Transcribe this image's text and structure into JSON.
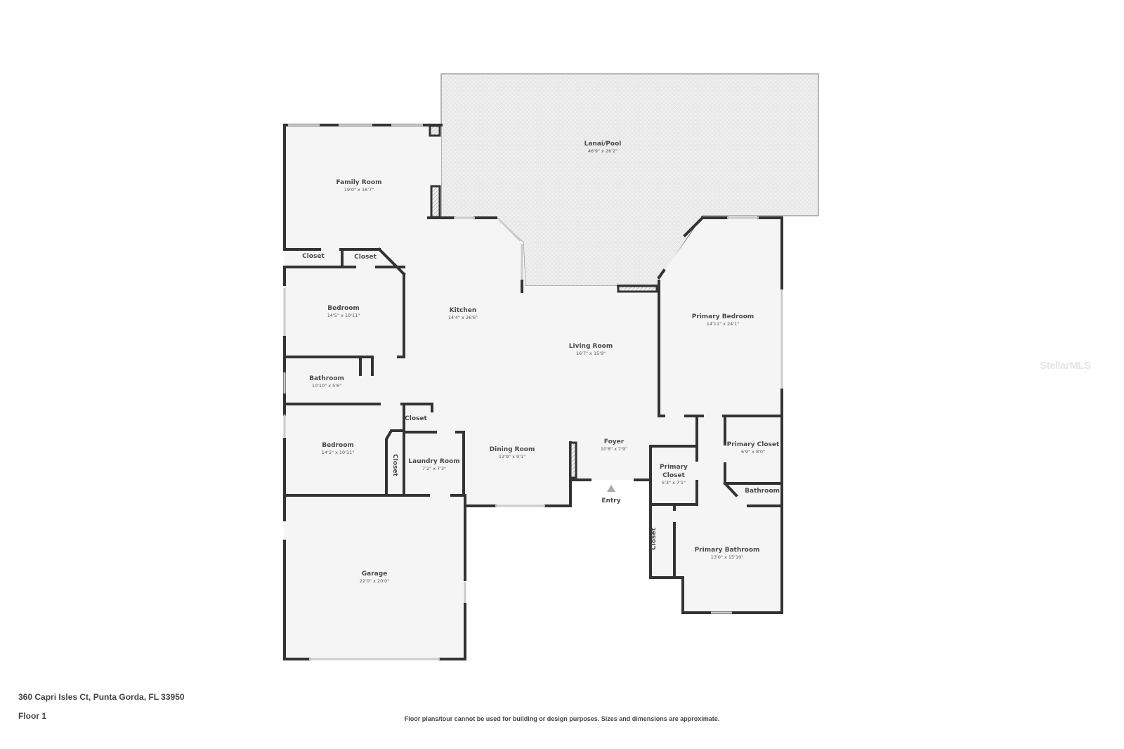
{
  "property": {
    "address": "360 Capri Isles Ct, Punta Gorda, FL 33950",
    "floor": "Floor 1",
    "disclaimer": "Floor plans/tour cannot be used for building or design purposes. Sizes and dimensions are approximate.",
    "watermark": "StellarMLS"
  },
  "colors": {
    "wall": "#333333",
    "floor": "#f4f4f4",
    "lanai": "#eeeeee",
    "text": "#4a4a4a"
  },
  "rooms": {
    "lanai": {
      "name": "Lanai/Pool",
      "dims": "46'9\" x 26'2\""
    },
    "family_room": {
      "name": "Family Room",
      "dims": "19'0\" x 16'7\""
    },
    "closet_1": {
      "name": "Closet"
    },
    "closet_2": {
      "name": "Closet"
    },
    "bedroom_1": {
      "name": "Bedroom",
      "dims": "14'5\" x 10'11\""
    },
    "kitchen": {
      "name": "Kitchen",
      "dims": "14'4\" x 26'6\""
    },
    "living_room": {
      "name": "Living Room",
      "dims": "16'7\" x 15'9\""
    },
    "primary_bedroom": {
      "name": "Primary Bedroom",
      "dims": "14'11\" x 24'1\""
    },
    "bathroom_1": {
      "name": "Bathroom",
      "dims": "10'10\" x 5'6\""
    },
    "closet_3": {
      "name": "Closet"
    },
    "bedroom_2": {
      "name": "Bedroom",
      "dims": "14'5\" x 10'11\""
    },
    "closet_4": {
      "name": "Closet"
    },
    "laundry_room": {
      "name": "Laundry Room",
      "dims": "7'2\" x 7'3\""
    },
    "dining_room": {
      "name": "Dining Room",
      "dims": "12'9\" x 9'1\""
    },
    "foyer": {
      "name": "Foyer",
      "dims": "10'8\" x 7'9\""
    },
    "entry": {
      "name": "Entry"
    },
    "primary_closet_1": {
      "name_line1": "Primary",
      "name_line2": "Closet",
      "dims": "5'3\" x 7'1\""
    },
    "primary_closet_2": {
      "name": "Primary Closet",
      "dims": "6'9\" x 8'0\""
    },
    "bathroom_2": {
      "name": "Bathroom"
    },
    "closet_5": {
      "name": "Closet"
    },
    "primary_bathroom": {
      "name": "Primary Bathroom",
      "dims": "13'0\" x 15'10\""
    },
    "garage": {
      "name": "Garage",
      "dims": "22'0\" x 20'0\""
    }
  }
}
